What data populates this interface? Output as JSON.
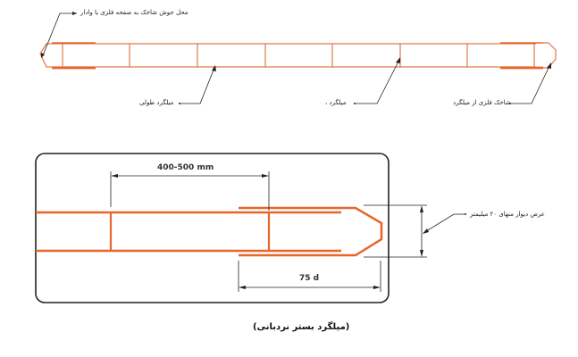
{
  "top_diagram": {
    "labels": {
      "weld_location": "محل جوش شاخک به صفحه فلزی یا وادار",
      "longitudinal_bar": "میلگرد طولی",
      "rebar": "میلگرد ،",
      "metal_branch": "شاخک فلزی از میلگرد"
    }
  },
  "detail_diagram": {
    "dimensions": {
      "spacing": "400-500 mm",
      "overlap": "75 d"
    },
    "labels": {
      "wall_width": "عرض دیوار منهای ۲۰ میلیمتر"
    }
  },
  "caption": "(میلگرد بستر نردبانی)",
  "colors": {
    "rebar": "#e8662a",
    "rebar_light": "#e07a4a",
    "line": "#222222"
  }
}
